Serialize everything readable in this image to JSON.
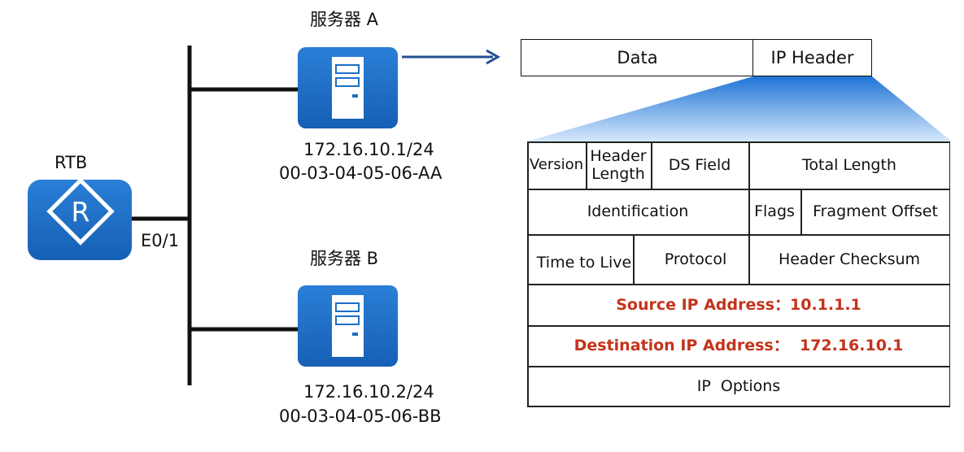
{
  "router": {
    "name": "RTB",
    "interface": "E0/1",
    "icon": "router-icon",
    "color": "#1d6ec7"
  },
  "server_a": {
    "name": "服务器 A",
    "ip": "172.16.10.1/24",
    "mac": "00-03-04-05-06-AA",
    "icon": "server-icon"
  },
  "server_b": {
    "name": "服务器 B",
    "ip": "172.16.10.2/24",
    "mac": "00-03-04-05-06-BB",
    "icon": "server-icon"
  },
  "packet": {
    "data_label": "Data",
    "header_label": "IP Header"
  },
  "ip_header": {
    "version": "Version",
    "header_length_line1": "Header",
    "header_length_line2": "Length",
    "ds_field": "DS Field",
    "total_length": "Total Length",
    "identification": "Identification",
    "flags": "Flags",
    "fragment_offset": "Fragment Offset",
    "ttl": "Time to Live",
    "protocol": "Protocol",
    "header_checksum": "Header Checksum",
    "source_ip": "Source IP Address：10.1.1.1",
    "dest_ip": "Destination IP Address：  172.16.10.1",
    "ip_options": "IP  Options"
  },
  "colors": {
    "accent": "#1d6ec7",
    "highlight": "#c4331b",
    "arrow": "#23508f"
  }
}
